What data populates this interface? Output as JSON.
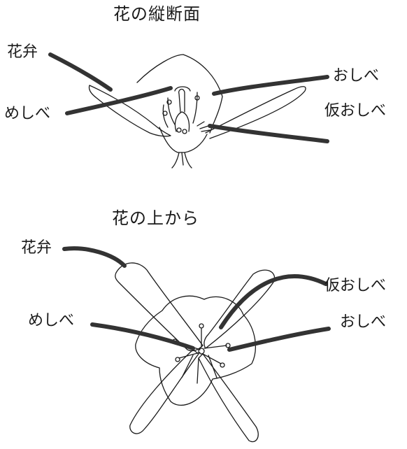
{
  "top": {
    "title": "花の縦断面",
    "labels": {
      "petal": "花弁",
      "pistil": "めしべ",
      "stamen": "おしべ",
      "staminode": "仮おしべ"
    }
  },
  "bottom": {
    "title": "花の上から",
    "labels": {
      "petal": "花弁",
      "pistil": "めしべ",
      "stamen": "おしべ",
      "staminode": "仮おしべ"
    }
  },
  "colors": {
    "ink": "#1a1a1a",
    "leader": "#333333",
    "paper": "#ffffff"
  }
}
